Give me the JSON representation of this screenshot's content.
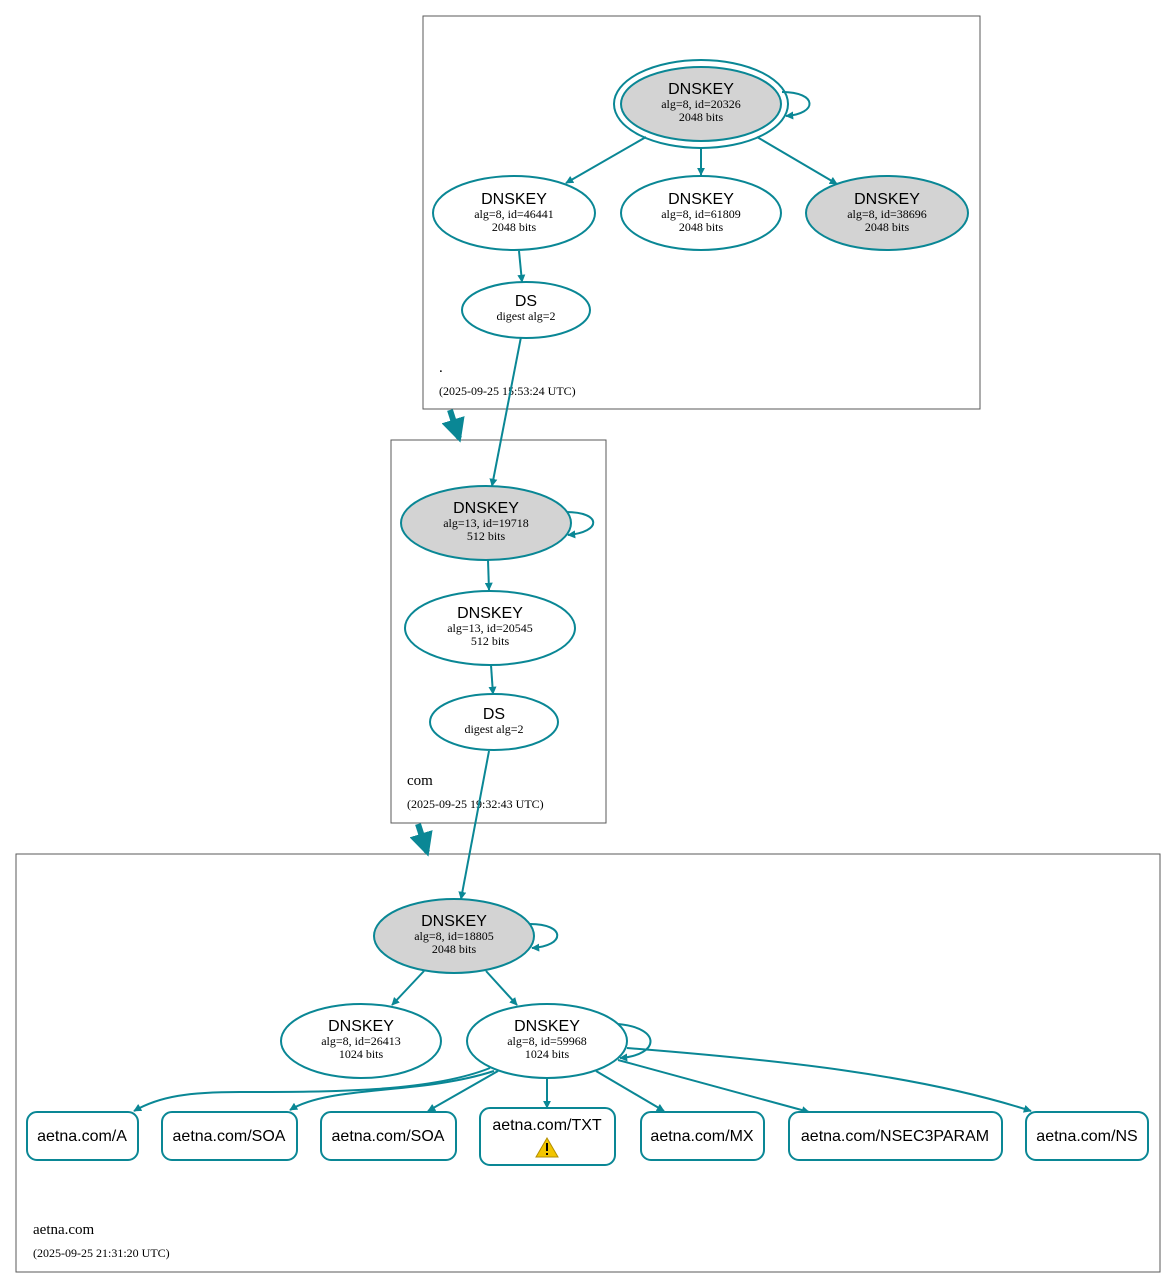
{
  "colors": {
    "edge": "#0a8795",
    "sep_fill": "#d3d3d3",
    "plain_fill": "#ffffff",
    "zone_border": "#5a5a5a",
    "warning": "#f2c500"
  },
  "zones": [
    {
      "id": "root",
      "name": ".",
      "timestamp": "(2025-09-25 15:53:24 UTC)"
    },
    {
      "id": "com",
      "name": "com",
      "timestamp": "(2025-09-25 19:32:43 UTC)"
    },
    {
      "id": "aetna",
      "name": "aetna.com",
      "timestamp": "(2025-09-25 21:31:20 UTC)"
    }
  ],
  "nodes": {
    "root_ksk": {
      "title": "DNSKEY",
      "line1": "alg=8, id=20326",
      "line2": "2048 bits"
    },
    "root_zsk1": {
      "title": "DNSKEY",
      "line1": "alg=8, id=46441",
      "line2": "2048 bits"
    },
    "root_zsk2": {
      "title": "DNSKEY",
      "line1": "alg=8, id=61809",
      "line2": "2048 bits"
    },
    "root_ksk2": {
      "title": "DNSKEY",
      "line1": "alg=8, id=38696",
      "line2": "2048 bits"
    },
    "root_ds": {
      "title": "DS",
      "line1": "digest alg=2"
    },
    "com_ksk": {
      "title": "DNSKEY",
      "line1": "alg=13, id=19718",
      "line2": "512 bits"
    },
    "com_zsk": {
      "title": "DNSKEY",
      "line1": "alg=13, id=20545",
      "line2": "512 bits"
    },
    "com_ds": {
      "title": "DS",
      "line1": "digest alg=2"
    },
    "aetna_ksk": {
      "title": "DNSKEY",
      "line1": "alg=8, id=18805",
      "line2": "2048 bits"
    },
    "aetna_zsk1": {
      "title": "DNSKEY",
      "line1": "alg=8, id=26413",
      "line2": "1024 bits"
    },
    "aetna_zsk2": {
      "title": "DNSKEY",
      "line1": "alg=8, id=59968",
      "line2": "1024 bits"
    }
  },
  "rrsets": [
    {
      "label": "aetna.com/A"
    },
    {
      "label": "aetna.com/SOA"
    },
    {
      "label": "aetna.com/SOA"
    },
    {
      "label": "aetna.com/TXT",
      "warning_icon": "warning-triangle-icon"
    },
    {
      "label": "aetna.com/MX"
    },
    {
      "label": "aetna.com/NSEC3PARAM"
    },
    {
      "label": "aetna.com/NS"
    }
  ]
}
